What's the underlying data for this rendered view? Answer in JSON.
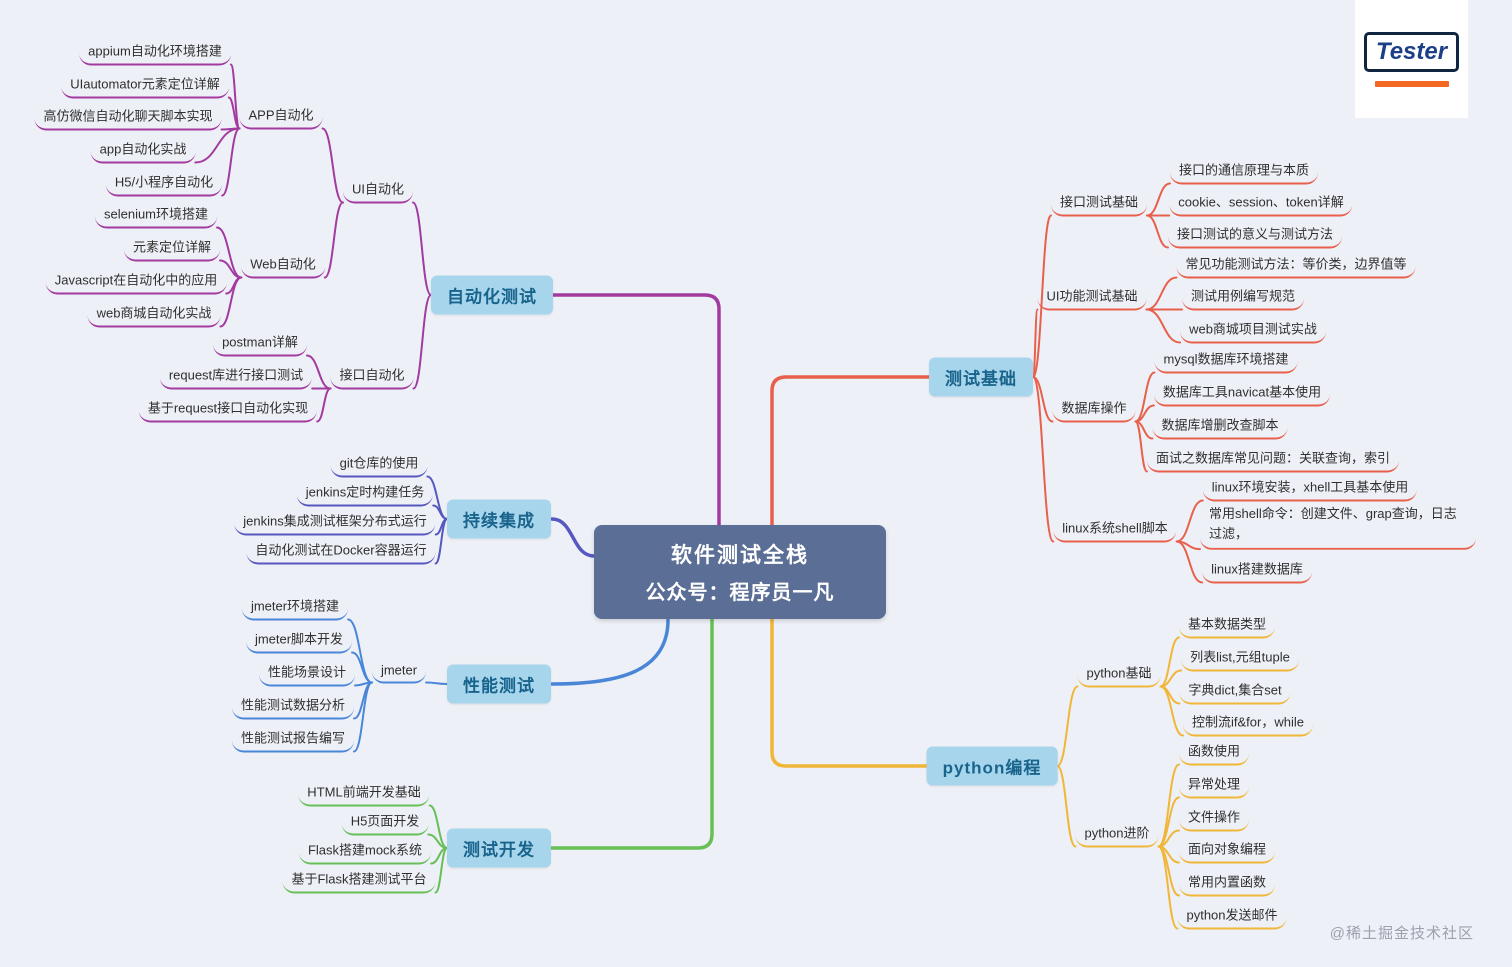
{
  "center": {
    "line1": "软件测试全栈",
    "line2": "公众号：程序员一凡"
  },
  "logo": {
    "text": "Tester"
  },
  "watermark": "@稀土掘金技术社区",
  "palette": {
    "background": "#eef0f7",
    "center_bg": "#5b6e96",
    "center_text": "#ffffff",
    "topic_bg": "#a7d5ec",
    "topic_text": "#19648c",
    "logo_border": "#10253f",
    "logo_text": "#1d3f88",
    "logo_underline": "#f26822",
    "watermark_text": "#9ba1ad"
  },
  "branches": [
    {
      "id": "automation",
      "label": "自动化测试",
      "color": "#a23aa0",
      "children": [
        {
          "label": "UI自动化",
          "children": [
            {
              "label": "APP自动化",
              "children": [
                {
                  "label": "appium自动化环境搭建"
                },
                {
                  "label": "UIautomator元素定位详解"
                },
                {
                  "label": "高仿微信自动化聊天脚本实现"
                },
                {
                  "label": "app自动化实战"
                },
                {
                  "label": "H5/小程序自动化"
                }
              ]
            },
            {
              "label": "Web自动化",
              "children": [
                {
                  "label": "selenium环境搭建"
                },
                {
                  "label": "元素定位详解"
                },
                {
                  "label": "Javascript在自动化中的应用"
                },
                {
                  "label": "web商城自动化实战"
                }
              ]
            }
          ]
        },
        {
          "label": "接口自动化",
          "children": [
            {
              "label": "postman详解"
            },
            {
              "label": "request库进行接口测试"
            },
            {
              "label": "基于request接口自动化实现"
            }
          ]
        }
      ]
    },
    {
      "id": "ci",
      "label": "持续集成",
      "color": "#5658c0",
      "children": [
        {
          "label": "git仓库的使用"
        },
        {
          "label": "jenkins定时构建任务"
        },
        {
          "label": "jenkins集成测试框架分布式运行"
        },
        {
          "label": "自动化测试在Docker容器运行"
        }
      ]
    },
    {
      "id": "perf",
      "label": "性能测试",
      "color": "#4a86d8",
      "children": [
        {
          "label": "jmeter",
          "children": [
            {
              "label": "jmeter环境搭建"
            },
            {
              "label": "jmeter脚本开发"
            },
            {
              "label": "性能场景设计"
            },
            {
              "label": "性能测试数据分析"
            },
            {
              "label": "性能测试报告编写"
            }
          ]
        }
      ]
    },
    {
      "id": "dev",
      "label": "测试开发",
      "color": "#66bf57",
      "children": [
        {
          "label": "HTML前端开发基础"
        },
        {
          "label": "H5页面开发"
        },
        {
          "label": "Flask搭建mock系统"
        },
        {
          "label": "基于Flask搭建测试平台"
        }
      ]
    },
    {
      "id": "basics",
      "label": "测试基础",
      "color": "#e8604c",
      "children": [
        {
          "label": "接口测试基础",
          "children": [
            {
              "label": "接口的通信原理与本质"
            },
            {
              "label": "cookie、session、token详解"
            },
            {
              "label": "接口测试的意义与测试方法"
            }
          ]
        },
        {
          "label": "UI功能测试基础",
          "children": [
            {
              "label": "常见功能测试方法：等价类，边界值等"
            },
            {
              "label": "测试用例编写规范"
            },
            {
              "label": "web商城项目测试实战"
            }
          ]
        },
        {
          "label": "数据库操作",
          "children": [
            {
              "label": "mysql数据库环境搭建"
            },
            {
              "label": "数据库工具navicat基本使用"
            },
            {
              "label": "数据库增删改查脚本"
            },
            {
              "label": "面试之数据库常见问题：关联查询，索引"
            }
          ]
        },
        {
          "label": "linux系统shell脚本",
          "children": [
            {
              "label": "linux环境安装，xhell工具基本使用"
            },
            {
              "label": "常用shell命令：创建文件、grap查询，日志过滤，"
            },
            {
              "label": "linux搭建数据库"
            }
          ]
        }
      ]
    },
    {
      "id": "python",
      "label": "python编程",
      "color": "#f0b637",
      "children": [
        {
          "label": "python基础",
          "children": [
            {
              "label": "基本数据类型"
            },
            {
              "label": "列表list,元组tuple"
            },
            {
              "label": "字典dict,集合set"
            },
            {
              "label": "控制流if&for，while"
            }
          ]
        },
        {
          "label": "python进阶",
          "children": [
            {
              "label": "函数使用"
            },
            {
              "label": "异常处理"
            },
            {
              "label": "文件操作"
            },
            {
              "label": "面向对象编程"
            },
            {
              "label": "常用内置函数"
            },
            {
              "label": "python发送邮件"
            }
          ]
        }
      ]
    }
  ]
}
